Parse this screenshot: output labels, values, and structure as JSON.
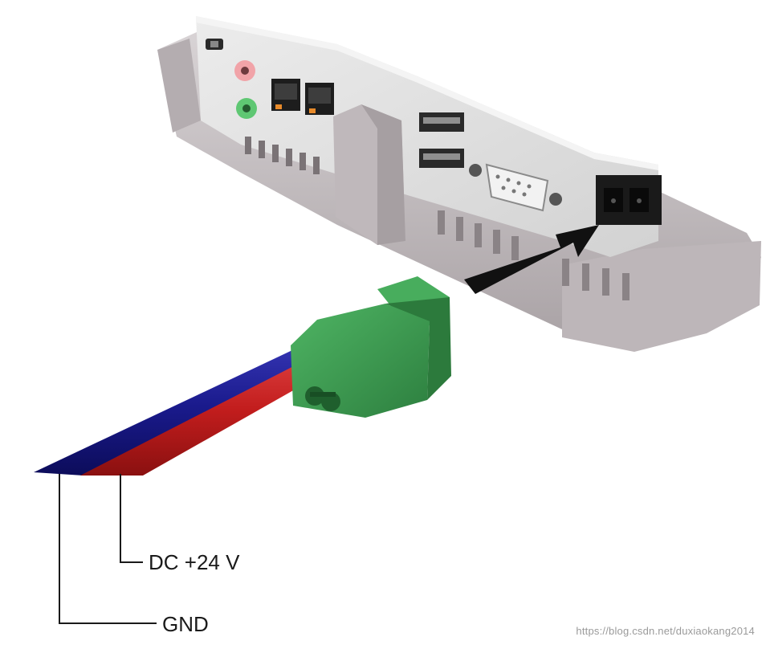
{
  "labels": {
    "positive": "DC +24 V",
    "ground": "GND"
  },
  "watermark": "https://blog.csdn.net/duxiaokang2014",
  "colors": {
    "positive_wire": "#c21d1d",
    "ground_wire": "#1a1a8c",
    "connector": "#3a9a4f",
    "housing": "#c9c3c5",
    "panel": "#e2e2e2",
    "arrow": "#111111"
  },
  "icons": {
    "audio_jacks": "audio-jack-icon",
    "ethernet": "ethernet-port-icon",
    "usb": "usb-port-icon",
    "serial": "db9-serial-port-icon",
    "power": "power-socket-icon",
    "lock": "kensington-lock-icon"
  }
}
